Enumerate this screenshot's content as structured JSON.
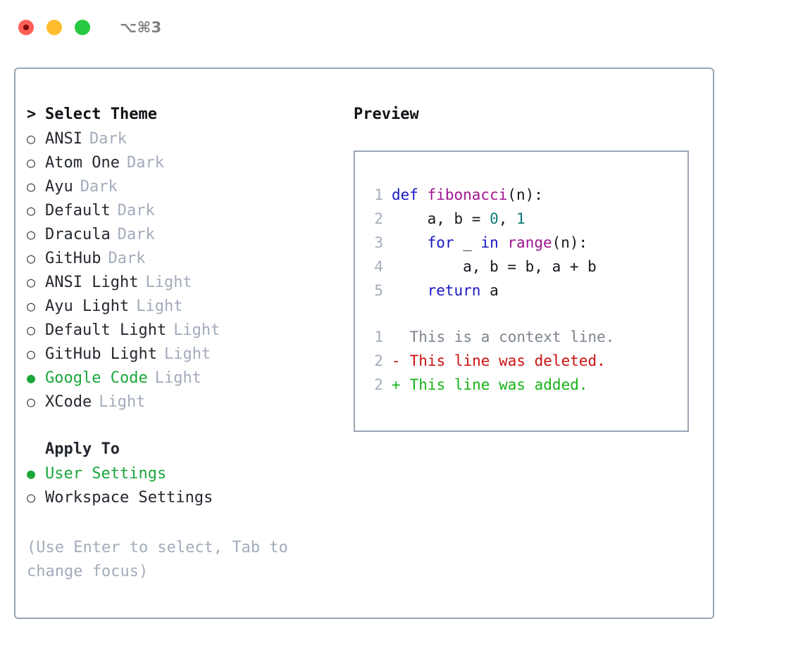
{
  "window": {
    "title": "⌥⌘3",
    "traffic_lights": [
      "close",
      "minimize",
      "maximize"
    ]
  },
  "theme_picker": {
    "header": "Select Theme",
    "caret": ">",
    "marker_selected": "●",
    "marker_unselected": "○",
    "items": [
      {
        "label": "ANSI",
        "kind": "Dark",
        "selected": false
      },
      {
        "label": "Atom One",
        "kind": "Dark",
        "selected": false
      },
      {
        "label": "Ayu",
        "kind": "Dark",
        "selected": false
      },
      {
        "label": "Default",
        "kind": "Dark",
        "selected": false
      },
      {
        "label": "Dracula",
        "kind": "Dark",
        "selected": false
      },
      {
        "label": "GitHub",
        "kind": "Dark",
        "selected": false
      },
      {
        "label": "ANSI Light",
        "kind": "Light",
        "selected": false
      },
      {
        "label": "Ayu Light",
        "kind": "Light",
        "selected": false
      },
      {
        "label": "Default Light",
        "kind": "Light",
        "selected": false
      },
      {
        "label": "GitHub Light",
        "kind": "Light",
        "selected": false
      },
      {
        "label": "Google Code",
        "kind": "Light",
        "selected": true
      },
      {
        "label": "XCode",
        "kind": "Light",
        "selected": false
      }
    ]
  },
  "apply_to": {
    "header": "Apply To",
    "options": [
      {
        "label": "User Settings",
        "selected": true
      },
      {
        "label": "Workspace Settings",
        "selected": false
      }
    ]
  },
  "hint": "(Use Enter to select, Tab to change focus)",
  "preview": {
    "title": "Preview",
    "code_lines": [
      {
        "no": "1",
        "tokens": [
          {
            "t": "def ",
            "c": "kw"
          },
          {
            "t": "fibonacci",
            "c": "fn"
          },
          {
            "t": "(n):",
            "c": "plain"
          }
        ]
      },
      {
        "no": "2",
        "tokens": [
          {
            "t": "    a, b = ",
            "c": "plain"
          },
          {
            "t": "0",
            "c": "num"
          },
          {
            "t": ", ",
            "c": "plain"
          },
          {
            "t": "1",
            "c": "num"
          }
        ]
      },
      {
        "no": "3",
        "tokens": [
          {
            "t": "    ",
            "c": "plain"
          },
          {
            "t": "for",
            "c": "kw"
          },
          {
            "t": " _ ",
            "c": "plain"
          },
          {
            "t": "in",
            "c": "kw"
          },
          {
            "t": " ",
            "c": "plain"
          },
          {
            "t": "range",
            "c": "fn"
          },
          {
            "t": "(n):",
            "c": "plain"
          }
        ]
      },
      {
        "no": "4",
        "tokens": [
          {
            "t": "        a, b = b, a + b",
            "c": "plain"
          }
        ]
      },
      {
        "no": "5",
        "tokens": [
          {
            "t": "    ",
            "c": "plain"
          },
          {
            "t": "return",
            "c": "kw"
          },
          {
            "t": " a",
            "c": "plain"
          }
        ]
      }
    ],
    "diff_lines": [
      {
        "no": "1",
        "sign": " ",
        "text": "This is a context line.",
        "kind": "ctx"
      },
      {
        "no": "2",
        "sign": "-",
        "text": "This line was deleted.",
        "kind": "del"
      },
      {
        "no": "2",
        "sign": "+",
        "text": "This line was added.",
        "kind": "add"
      }
    ]
  },
  "colors": {
    "accent_green": "#1ba63c",
    "muted": "#a3acbb",
    "border": "#9aa5b4",
    "keyword": "#1a1ac4",
    "function": "#a1158f",
    "number": "#0d7a75",
    "diff_added": "#16b416",
    "diff_deleted": "#cc1111",
    "traffic_red": "#ff5f57",
    "traffic_yellow": "#febc2e",
    "traffic_green": "#28c840"
  }
}
